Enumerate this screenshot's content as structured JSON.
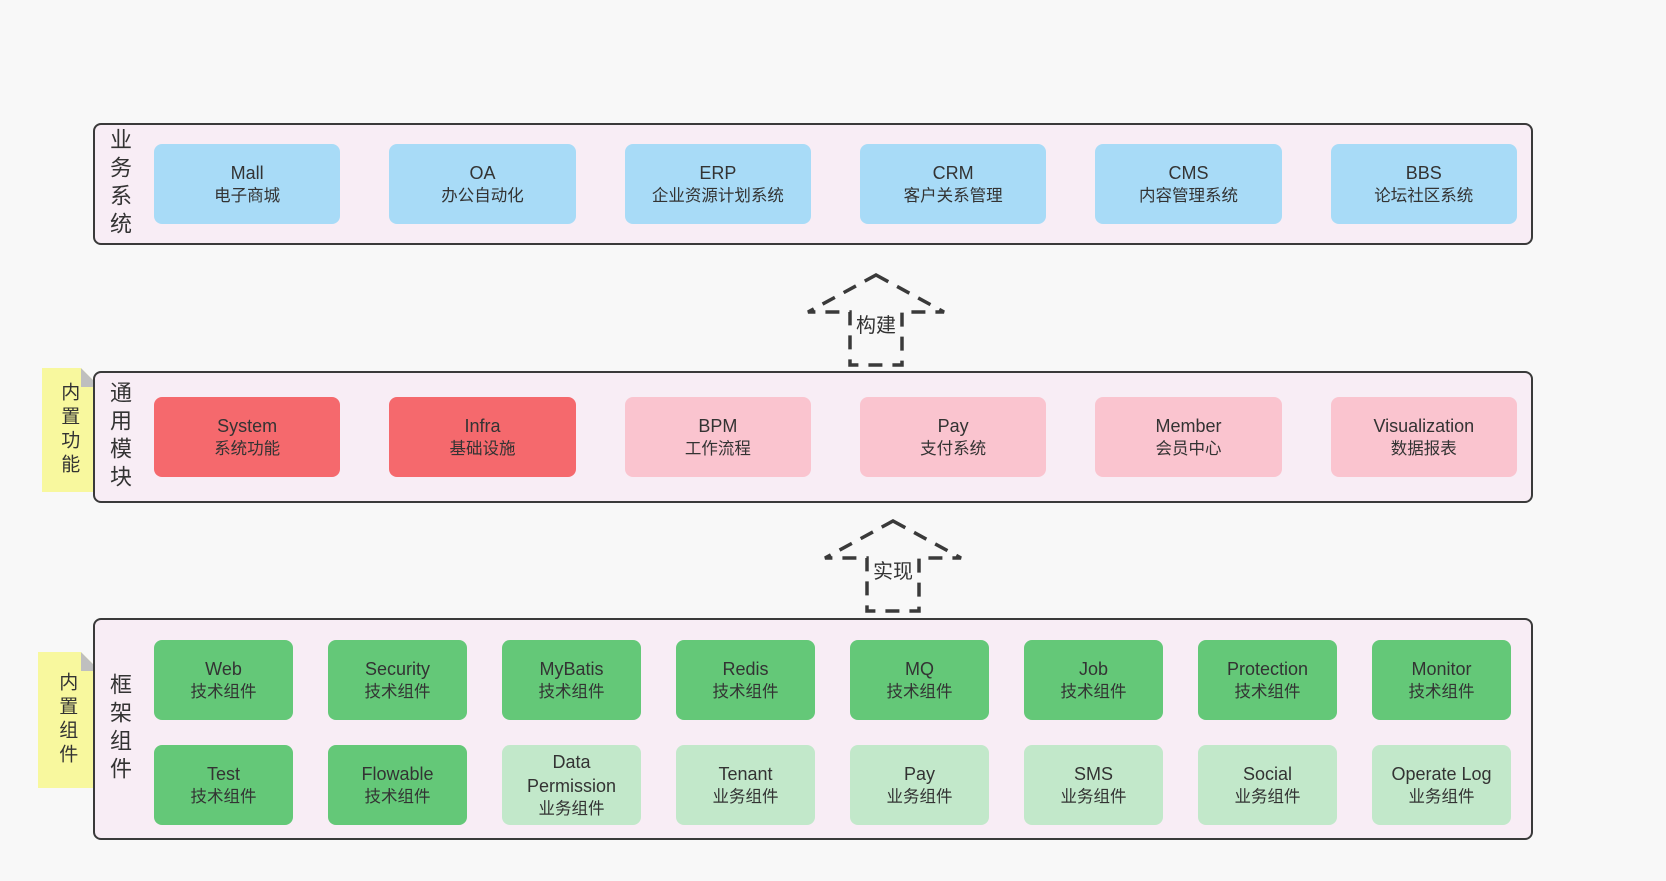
{
  "colors": {
    "band-bg": "#f8edf5",
    "band-border": "#3a3a3a",
    "blue": "#a8dbf7",
    "red": "#f5696d",
    "pink": "#fac4cf",
    "green-dark": "#64c878",
    "green-light": "#c2e8ca",
    "sticky-yellow": "#f8f89e",
    "sticky-fold": "#bfbfbf",
    "arrow": "#3a3a3a",
    "text": "#333333"
  },
  "bands": {
    "business": {
      "label": "业务系统",
      "boxes": [
        {
          "title": "Mall",
          "subtitle": "电子商城",
          "color": "blue"
        },
        {
          "title": "OA",
          "subtitle": "办公自动化",
          "color": "blue"
        },
        {
          "title": "ERP",
          "subtitle": "企业资源计划系统",
          "color": "blue"
        },
        {
          "title": "CRM",
          "subtitle": "客户关系管理",
          "color": "blue"
        },
        {
          "title": "CMS",
          "subtitle": "内容管理系统",
          "color": "blue"
        },
        {
          "title": "BBS",
          "subtitle": "论坛社区系统",
          "color": "blue"
        }
      ]
    },
    "modules": {
      "label": "通用模块",
      "sticky": "内置功能",
      "boxes": [
        {
          "title": "System",
          "subtitle": "系统功能",
          "color": "red"
        },
        {
          "title": "Infra",
          "subtitle": "基础设施",
          "color": "red"
        },
        {
          "title": "BPM",
          "subtitle": "工作流程",
          "color": "pink"
        },
        {
          "title": "Pay",
          "subtitle": "支付系统",
          "color": "pink"
        },
        {
          "title": "Member",
          "subtitle": "会员中心",
          "color": "pink"
        },
        {
          "title": "Visualization",
          "subtitle": "数据报表",
          "color": "pink"
        }
      ]
    },
    "components": {
      "label": "框架组件",
      "sticky": "内置组件",
      "row1": [
        {
          "title": "Web",
          "subtitle": "技术组件",
          "color": "green-dark"
        },
        {
          "title": "Security",
          "subtitle": "技术组件",
          "color": "green-dark"
        },
        {
          "title": "MyBatis",
          "subtitle": "技术组件",
          "color": "green-dark"
        },
        {
          "title": "Redis",
          "subtitle": "技术组件",
          "color": "green-dark"
        },
        {
          "title": "MQ",
          "subtitle": "技术组件",
          "color": "green-dark"
        },
        {
          "title": "Job",
          "subtitle": "技术组件",
          "color": "green-dark"
        },
        {
          "title": "Protection",
          "subtitle": "技术组件",
          "color": "green-dark"
        },
        {
          "title": "Monitor",
          "subtitle": "技术组件",
          "color": "green-dark"
        }
      ],
      "row2": [
        {
          "title": "Test",
          "subtitle": "技术组件",
          "color": "green-dark"
        },
        {
          "title": "Flowable",
          "subtitle": "技术组件",
          "color": "green-dark"
        },
        {
          "title": "Data Permission",
          "subtitle": "业务组件",
          "color": "green-light"
        },
        {
          "title": "Tenant",
          "subtitle": "业务组件",
          "color": "green-light"
        },
        {
          "title": "Pay",
          "subtitle": "业务组件",
          "color": "green-light"
        },
        {
          "title": "SMS",
          "subtitle": "业务组件",
          "color": "green-light"
        },
        {
          "title": "Social",
          "subtitle": "业务组件",
          "color": "green-light"
        },
        {
          "title": "Operate Log",
          "subtitle": "业务组件",
          "color": "green-light"
        }
      ]
    }
  },
  "arrows": {
    "build": "构建",
    "implement": "实现"
  }
}
